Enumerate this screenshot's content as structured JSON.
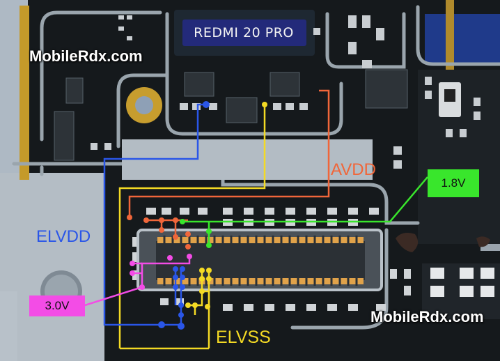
{
  "watermarks": {
    "top_left": "MobileRdx.com",
    "bottom_right": "MobileRdx.com"
  },
  "chip_marking": "REDMI 20 PRO",
  "rails": {
    "avdd": "AVDD",
    "elvdd": "ELVDD",
    "elvss": "ELVSS"
  },
  "voltages": {
    "v18": "1.8V",
    "v30": "3.0V"
  },
  "colors": {
    "avdd": "#f0663a",
    "elvdd": "#2a56e8",
    "elvss": "#f4da24",
    "v18": "#39e62c",
    "v30": "#f34ce6"
  }
}
